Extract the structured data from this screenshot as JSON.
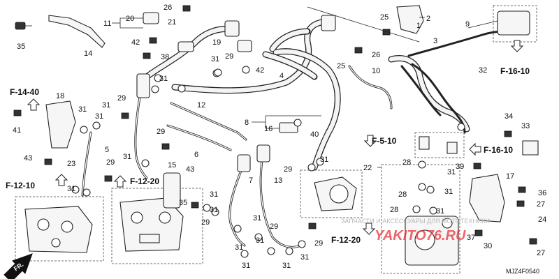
{
  "diagram": {
    "callouts": [
      "1",
      "2",
      "3",
      "4",
      "5",
      "6",
      "7",
      "8",
      "9",
      "10",
      "11",
      "12",
      "13",
      "14",
      "15",
      "16",
      "17",
      "18",
      "19",
      "20",
      "21",
      "22",
      "23",
      "24",
      "25",
      "26",
      "27",
      "28",
      "29",
      "30",
      "31",
      "32",
      "33",
      "34",
      "35",
      "36",
      "37",
      "38",
      "39",
      "40",
      "41",
      "42",
      "43"
    ],
    "references": [
      "F-14-40",
      "F-12-10",
      "F-12-20",
      "F-5-10",
      "F-16-10"
    ],
    "diagram_code": "MJZ4F0540",
    "direction_label": "FR.",
    "watermark_text": "ЗАПЧАСТИ И АКСЕССУАРЫ ДЛЯ МОТОТЕХНИКИ",
    "watermark_brand": "YAKITO76.RU"
  }
}
